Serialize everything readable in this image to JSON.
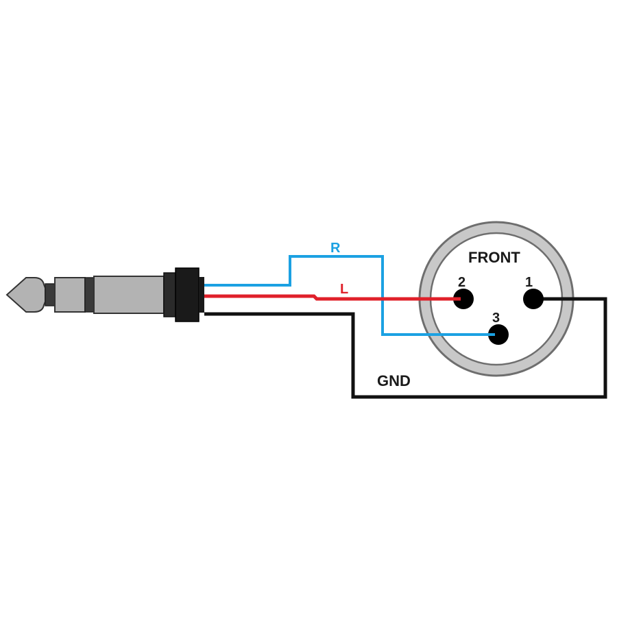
{
  "connector_front_label": "FRONT",
  "pins": {
    "pin1": "1",
    "pin2": "2",
    "pin3": "3"
  },
  "wires": {
    "right": {
      "label": "R",
      "color": "#1ba1e2"
    },
    "left": {
      "label": "L",
      "color": "#e0202a"
    },
    "ground": {
      "label": "GND",
      "color": "#111111"
    }
  },
  "colors": {
    "plug_metal": "#b3b3b3",
    "plug_band": "#333333",
    "connector_ring": "#c8c8c8",
    "pin": "#000000"
  }
}
